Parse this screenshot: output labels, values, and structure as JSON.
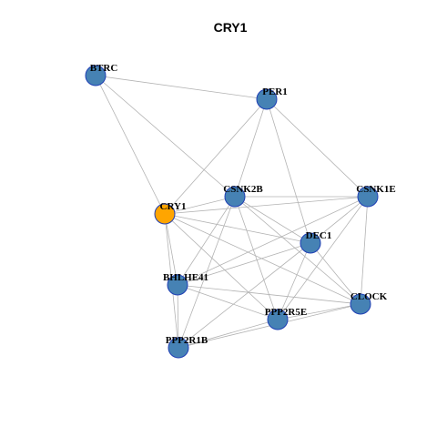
{
  "title": "CRY1",
  "colors": {
    "node_fill": "#4682b4",
    "focus_fill": "#ffa500",
    "node_stroke": "#1f3fb5",
    "edge": "#b3b3b3"
  },
  "nodes": [
    {
      "id": "BTRC",
      "label": "BTRC"
    },
    {
      "id": "PER1",
      "label": "PER1"
    },
    {
      "id": "CSNK2B",
      "label": "CSNK2B"
    },
    {
      "id": "CRY1",
      "label": "CRY1",
      "focus": true
    },
    {
      "id": "CSNK1E",
      "label": "CSNK1E"
    },
    {
      "id": "DEC1",
      "label": "DEC1"
    },
    {
      "id": "BHLHE41",
      "label": "BHLHE41"
    },
    {
      "id": "CLOCK",
      "label": "CLOCK"
    },
    {
      "id": "PPP2R5E",
      "label": "PPP2R5E"
    },
    {
      "id": "PPP2R1B",
      "label": "PPP2R1B"
    }
  ],
  "edges": [
    [
      "BTRC",
      "PER1"
    ],
    [
      "BTRC",
      "CRY1"
    ],
    [
      "BTRC",
      "CSNK2B"
    ],
    [
      "PER1",
      "CRY1"
    ],
    [
      "PER1",
      "CSNK1E"
    ],
    [
      "PER1",
      "DEC1"
    ],
    [
      "PER1",
      "CSNK2B"
    ],
    [
      "CRY1",
      "CSNK2B"
    ],
    [
      "CRY1",
      "CSNK1E"
    ],
    [
      "CRY1",
      "DEC1"
    ],
    [
      "CRY1",
      "BHLHE41"
    ],
    [
      "CRY1",
      "PPP2R1B"
    ],
    [
      "CRY1",
      "PPP2R5E"
    ],
    [
      "CRY1",
      "CLOCK"
    ],
    [
      "CSNK2B",
      "CSNK1E"
    ],
    [
      "CSNK2B",
      "DEC1"
    ],
    [
      "CSNK2B",
      "BHLHE41"
    ],
    [
      "CSNK2B",
      "PPP2R5E"
    ],
    [
      "CSNK2B",
      "CLOCK"
    ],
    [
      "CSNK2B",
      "PPP2R1B"
    ],
    [
      "CSNK1E",
      "DEC1"
    ],
    [
      "CSNK1E",
      "CLOCK"
    ],
    [
      "CSNK1E",
      "PPP2R5E"
    ],
    [
      "CSNK1E",
      "BHLHE41"
    ],
    [
      "DEC1",
      "BHLHE41"
    ],
    [
      "DEC1",
      "PPP2R5E"
    ],
    [
      "DEC1",
      "PPP2R1B"
    ],
    [
      "DEC1",
      "CLOCK"
    ],
    [
      "BHLHE41",
      "PPP2R1B"
    ],
    [
      "BHLHE41",
      "PPP2R5E"
    ],
    [
      "BHLHE41",
      "CLOCK"
    ],
    [
      "CLOCK",
      "PPP2R5E"
    ],
    [
      "CLOCK",
      "PPP2R1B"
    ],
    [
      "PPP2R5E",
      "PPP2R1B"
    ]
  ]
}
